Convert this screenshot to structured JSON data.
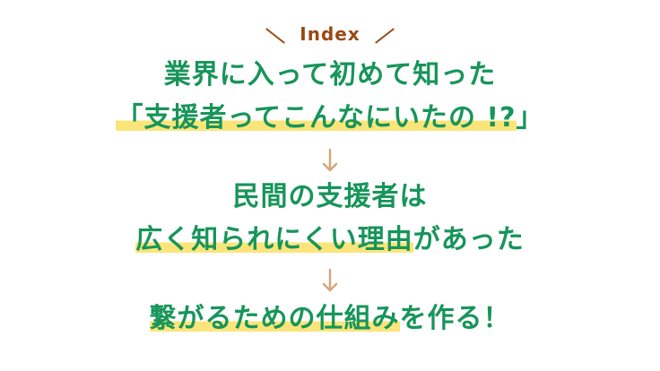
{
  "index_label": "Index",
  "lines": [
    {
      "plain_before": "",
      "highlight": "",
      "plain_after": "業界に入って初めて知った"
    },
    {
      "plain_before": "",
      "highlight": "「支援者ってこんなにいたの !?",
      "plain_after": "」"
    },
    {
      "plain_before": "",
      "highlight": "",
      "plain_after": "民間の支援者は"
    },
    {
      "plain_before": "",
      "highlight": "広く知られにくい理由",
      "plain_after": "があった"
    },
    {
      "plain_before": "",
      "highlight": "繋がるための仕組み",
      "plain_after": "を作る！"
    }
  ],
  "colors": {
    "text": "#17955a",
    "index": "#9a4a12",
    "highlight": "#fbe57a",
    "arrow": "#d2a77e"
  }
}
